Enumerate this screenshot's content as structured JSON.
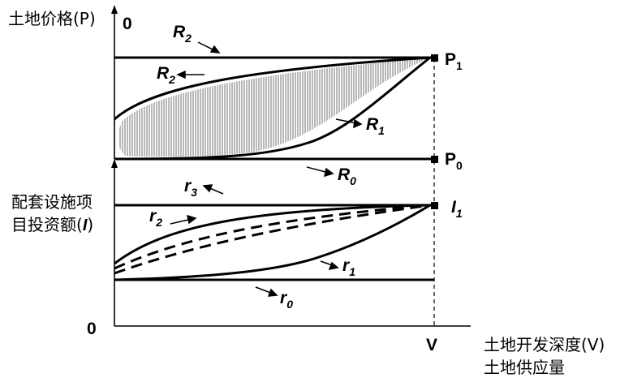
{
  "axes": {
    "y_top_label": "土地价格(P)",
    "y_top_origin": "0",
    "y_bottom_label_line1": "配套设施项",
    "y_bottom_label_line2": "目投资额(",
    "y_bottom_label_var": "I",
    "y_bottom_label_close": ")",
    "y_bottom_origin": "0",
    "x_label_line1": "土地开发深度(V)",
    "x_label_line2": "土地供应量",
    "x_tick": "V"
  },
  "top_panel": {
    "P1": {
      "main": "P",
      "sub": "1"
    },
    "P0": {
      "main": "P",
      "sub": "0"
    },
    "curves": [
      {
        "main": "R",
        "sub": "2"
      },
      {
        "main": "R",
        "sub": "2"
      },
      {
        "main": "R",
        "sub": "1"
      },
      {
        "main": "R",
        "sub": "0"
      }
    ],
    "shade_color": "#b0b0b0"
  },
  "bottom_panel": {
    "I1": {
      "main": "I",
      "sub": "1"
    },
    "curves": [
      {
        "main": "r",
        "sub": "3"
      },
      {
        "main": "r",
        "sub": "2"
      },
      {
        "main": "r",
        "sub": "1"
      },
      {
        "main": "r",
        "sub": "0"
      }
    ]
  },
  "colors": {
    "ink": "#000000",
    "background": "#ffffff"
  }
}
